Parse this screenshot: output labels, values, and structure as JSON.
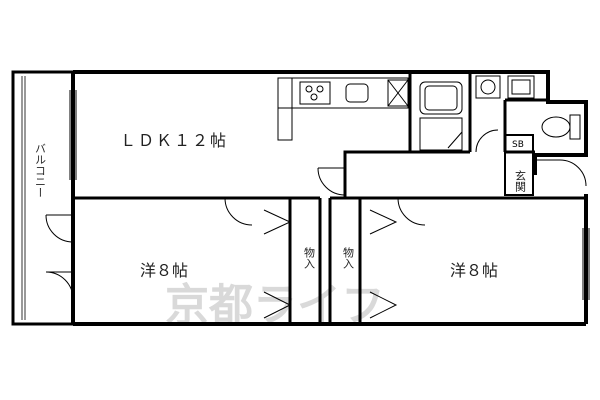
{
  "colors": {
    "wall": "#000000",
    "line": "#333333",
    "paper": "#ffffff",
    "watermark": "#d9d9d9"
  },
  "rooms": {
    "ldk": "ＬＤＫ１２帖",
    "western_left": "洋８帖",
    "western_right": "洋８帖",
    "balcony": "バルコニー",
    "storage_left": "物入",
    "storage_right": "物入",
    "entrance": "玄関",
    "shoe_box": "SB"
  },
  "watermark": "京都ライフ",
  "fixtures": [
    "kitchen-sink-icon",
    "stove-icon",
    "bathtub-icon",
    "washing-machine-icon",
    "toilet-icon",
    "basin-icon"
  ]
}
